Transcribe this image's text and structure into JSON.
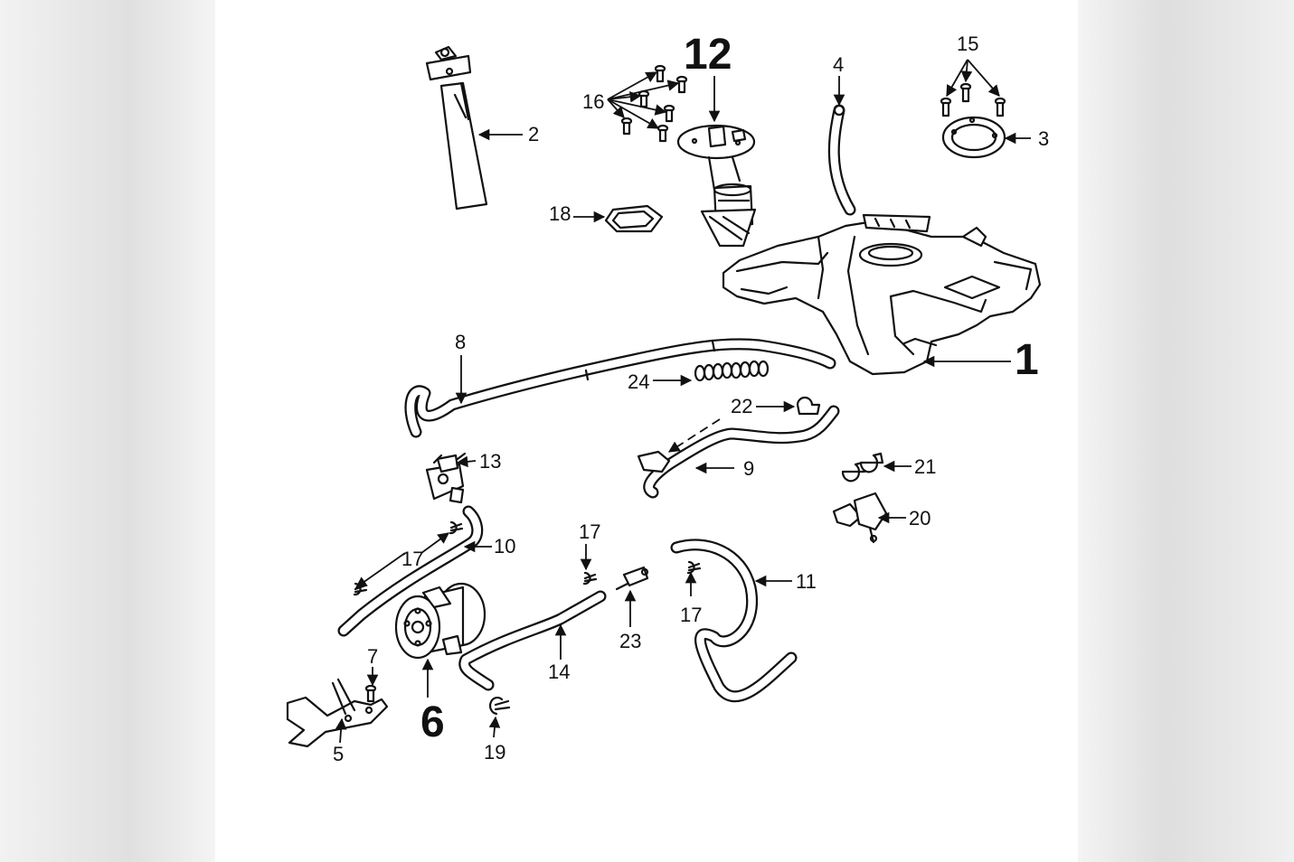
{
  "diagram": {
    "labels": {
      "l1": "1",
      "l2": "2",
      "l3": "3",
      "l4": "4",
      "l5": "5",
      "l6": "6",
      "l7": "7",
      "l8": "8",
      "l9": "9",
      "l10": "10",
      "l11": "11",
      "l12": "12",
      "l13": "13",
      "l14": "14",
      "l15": "15",
      "l16": "16",
      "l17a": "17",
      "l17b": "17",
      "l17c": "17",
      "l18": "18",
      "l19": "19",
      "l20": "20",
      "l21": "21",
      "l22": "22",
      "l23": "23",
      "l24": "24"
    },
    "colors": {
      "ink": "#111111",
      "paper": "#ffffff",
      "margin_shadow": "#d9d9d9"
    }
  }
}
